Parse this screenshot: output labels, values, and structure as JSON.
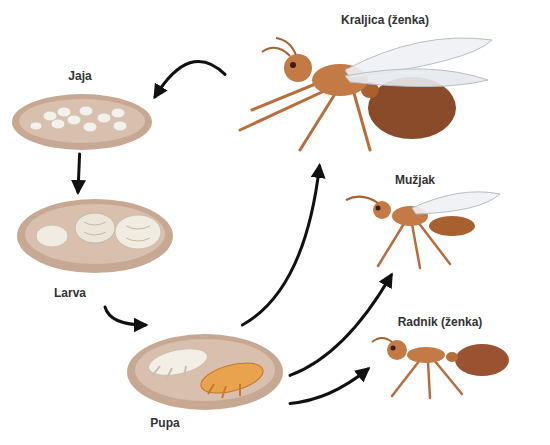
{
  "diagram": {
    "nodes": [
      {
        "text": [
          "Kraljica (ženka)"
        ]
      },
      {
        "text": [
          "Jaja"
        ]
      },
      {
        "text": [
          "Larva"
        ]
      },
      {
        "text": [
          "Pupa"
        ]
      },
      {
        "text": [
          "Mužjak"
        ]
      },
      {
        "text": [
          "Radnik (ženka)"
        ]
      }
    ],
    "edges": [
      {
        "from": 0,
        "to": 1,
        "arrow": "to"
      },
      {
        "from": 1,
        "to": 2,
        "arrow": "to"
      },
      {
        "from": 2,
        "to": 3,
        "arrow": "to"
      },
      {
        "from": 3,
        "to": 0,
        "arrow": "to"
      },
      {
        "from": 3,
        "to": 4,
        "arrow": "to"
      },
      {
        "from": 3,
        "to": 5,
        "arrow": "to"
      }
    ]
  }
}
